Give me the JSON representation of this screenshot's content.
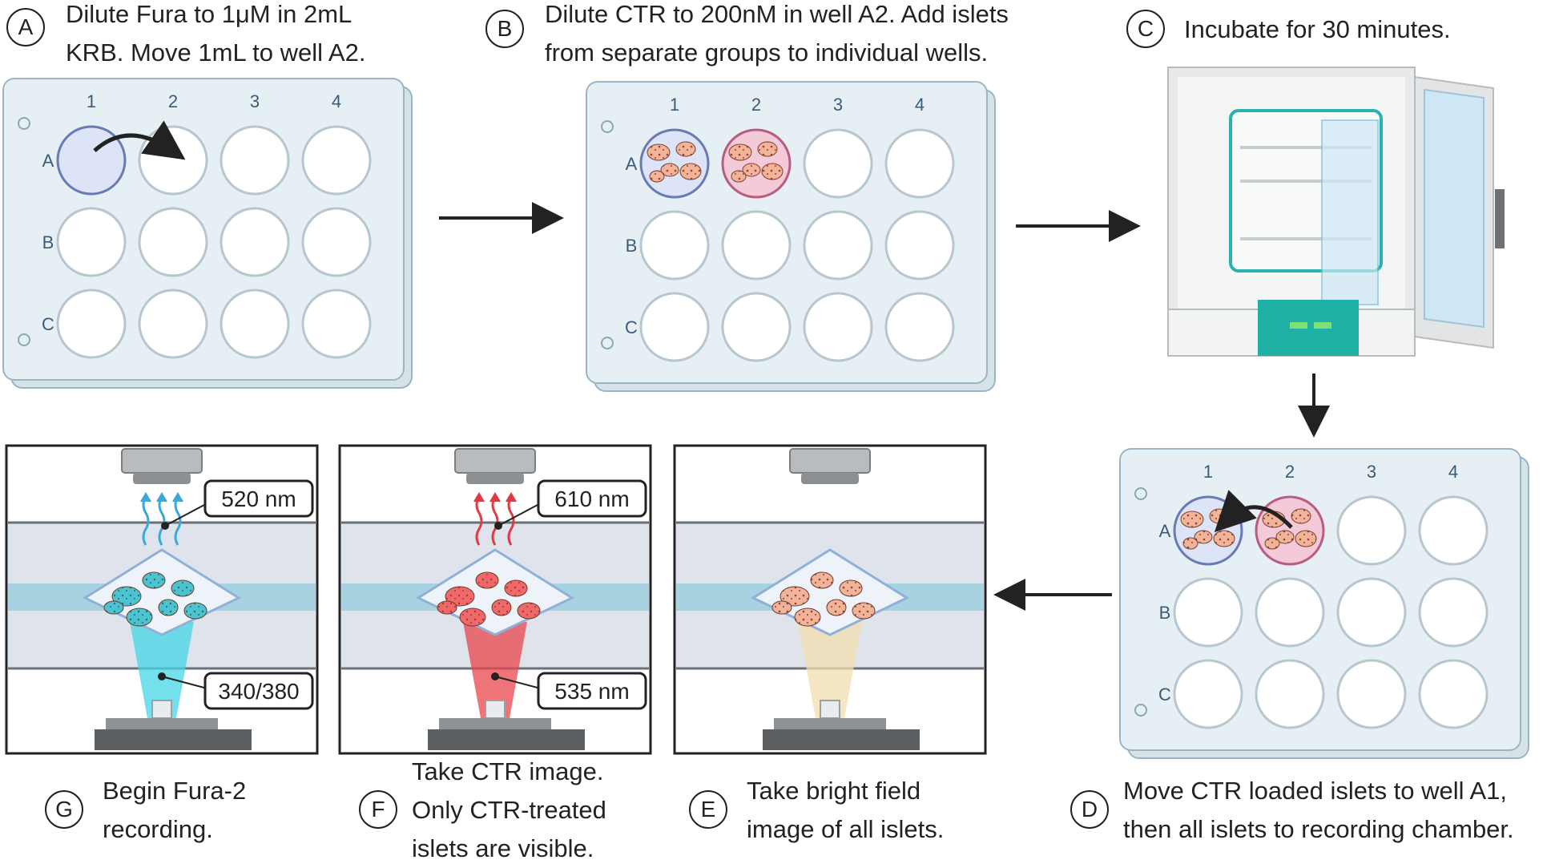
{
  "steps": {
    "A": {
      "letter": "A",
      "line1": "Dilute Fura to 1μM in 2mL",
      "line2": "KRB. Move 1mL to well A2."
    },
    "B": {
      "letter": "B",
      "line1": "Dilute CTR to 200nM in well A2. Add islets",
      "line2": "from separate groups to individual wells."
    },
    "C": {
      "letter": "C",
      "line1": "Incubate for 30 minutes."
    },
    "D": {
      "letter": "D",
      "line1": "Move CTR loaded islets to well A1,",
      "line2": "then all islets to recording chamber."
    },
    "E": {
      "letter": "E",
      "line1": "Take bright field",
      "line2": "image of all islets."
    },
    "F": {
      "letter": "F",
      "line1": "Take CTR image.",
      "line2": "Only CTR-treated",
      "line3": "islets are visible."
    },
    "G": {
      "letter": "G",
      "line1": "Begin Fura-2",
      "line2": "recording."
    }
  },
  "plate": {
    "columns": [
      "1",
      "2",
      "3",
      "4"
    ],
    "rows": [
      "A",
      "B",
      "C"
    ]
  },
  "panels": {
    "G": {
      "emission": "520 nm",
      "excitation": "340/380"
    },
    "F": {
      "emission": "610 nm",
      "excitation": "535 nm"
    }
  },
  "colors": {
    "fura_well": "#dde4f7",
    "ctr_well": "#f4c9d8",
    "fura_emission": "#3aa8d8",
    "ctr_emission": "#e03b44",
    "fura_beam": "#44d6e6",
    "ctr_beam": "#e8454c",
    "bright_beam": "#f3dfb0",
    "chamber_band": "#a9d2e0",
    "incubator_accent": "#1fb0a6"
  }
}
